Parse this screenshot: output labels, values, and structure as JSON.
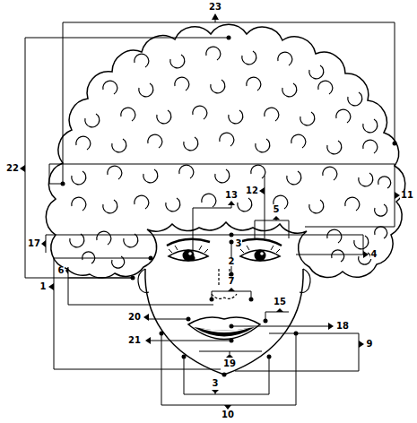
{
  "diagram": {
    "labels": [
      "23",
      "22",
      "11",
      "13",
      "12",
      "5",
      "17",
      "3",
      "4",
      "2",
      "6",
      "7",
      "1",
      "15",
      "20",
      "18",
      "21",
      "9",
      "19",
      "3",
      "10"
    ]
  }
}
